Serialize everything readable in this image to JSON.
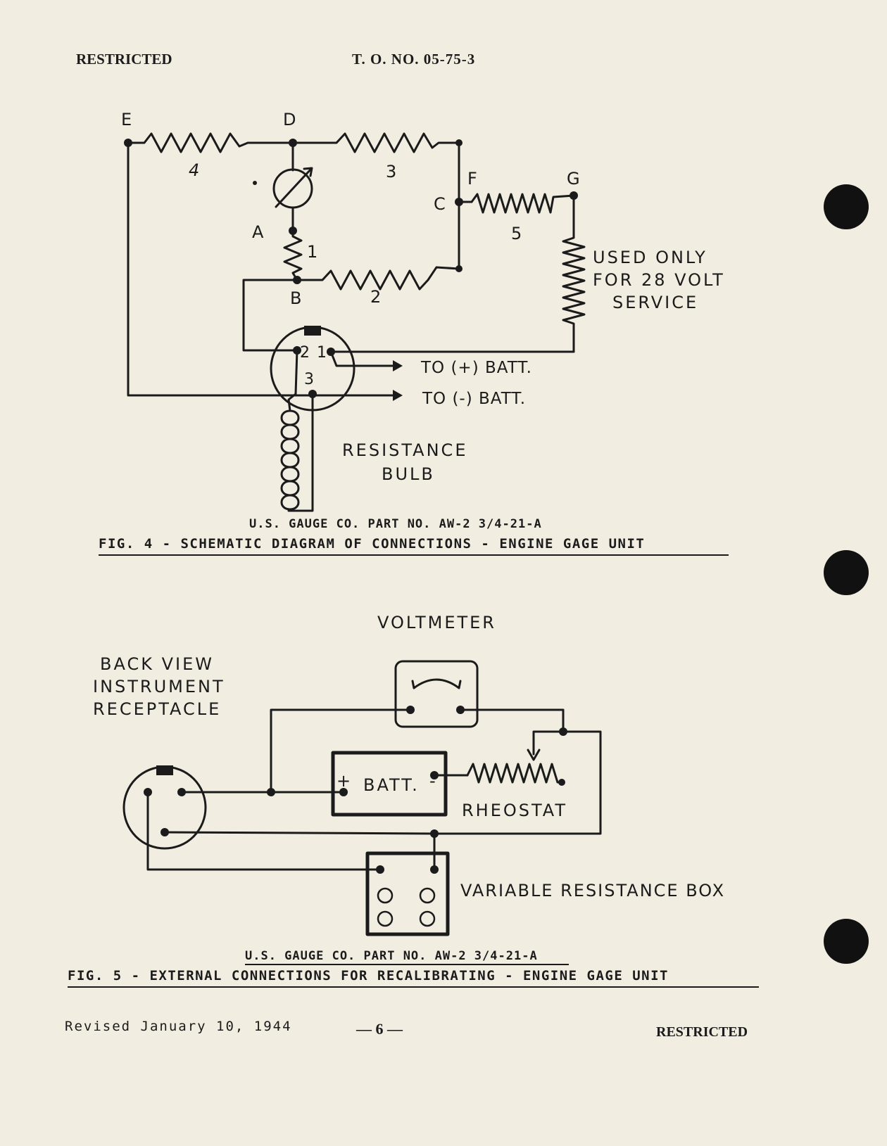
{
  "header": {
    "left": "RESTRICTED",
    "center": "T. O. NO. 05-75-3"
  },
  "fig4": {
    "node_labels": {
      "E": "E",
      "D": "D",
      "F": "F",
      "G": "G",
      "C": "C",
      "A": "A",
      "B": "B"
    },
    "resistor_labels": {
      "r4": "4",
      "r3": "3",
      "r5": "5",
      "r1": "1",
      "r2": "2"
    },
    "note": [
      "USED ONLY",
      "FOR 28 VOLT",
      "SERVICE"
    ],
    "pin_labels": {
      "p2": "2",
      "p1": "1",
      "p3": "3"
    },
    "to_pos": "TO (+) BATT.",
    "to_neg": "TO (-) BATT.",
    "bulb": [
      "RESISTANCE",
      "BULB"
    ],
    "part_no": "U.S. GAUGE CO. PART NO. AW-2 3/4-21-A",
    "caption": "FIG. 4 - SCHEMATIC DIAGRAM OF CONNECTIONS - ENGINE GAGE UNIT"
  },
  "fig5": {
    "voltmeter": "VOLTMETER",
    "receptacle": [
      "BACK VIEW",
      "INSTRUMENT",
      "RECEPTACLE"
    ],
    "batt": "BATT.",
    "plus": "+",
    "minus": "-",
    "rheostat": "RHEOSTAT",
    "box": "VARIABLE RESISTANCE BOX",
    "part_no": "U.S. GAUGE CO. PART NO. AW-2 3/4-21-A",
    "caption": "FIG. 5 - EXTERNAL CONNECTIONS FOR RECALIBRATING - ENGINE GAGE UNIT"
  },
  "footer": {
    "revised": "Revised January 10, 1944",
    "page": "— 6 —",
    "right": "RESTRICTED"
  }
}
